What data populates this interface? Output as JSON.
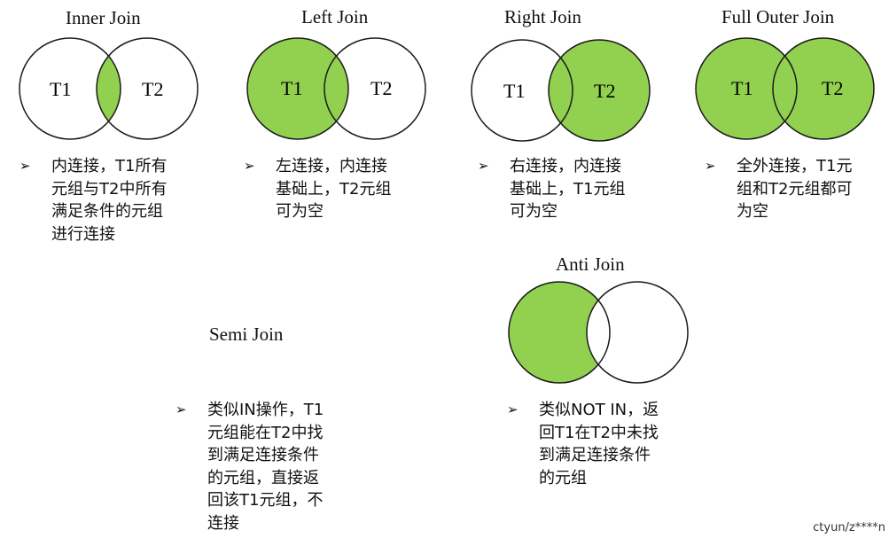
{
  "colors": {
    "fill": "#92d050",
    "stroke": "#1a1a1a"
  },
  "bullet_icon": "arrowhead-bullet-icon",
  "diagrams": {
    "inner": {
      "title": "Inner Join",
      "t1": "T1",
      "t2": "T2",
      "highlight": "intersection",
      "desc": [
        "内连接，T1所有",
        "元组与T2中所有",
        "满足条件的元组",
        "进行连接"
      ]
    },
    "left": {
      "title": "Left Join",
      "t1": "T1",
      "t2": "T2",
      "highlight": "left",
      "desc": [
        "左连接，内连接",
        "基础上，T2元组",
        "可为空"
      ]
    },
    "right": {
      "title": "Right Join",
      "t1": "T1",
      "t2": "T2",
      "highlight": "right",
      "desc": [
        "右连接，内连接",
        "基础上，T1元组",
        "可为空"
      ]
    },
    "full": {
      "title": "Full Outer Join",
      "t1": "T1",
      "t2": "T2",
      "highlight": "both",
      "desc": [
        "全外连接，T1元",
        "组和T2元组都可",
        "为空"
      ]
    },
    "semi": {
      "title": "Semi Join",
      "desc": [
        "类似IN操作，T1",
        "元组能在T2中找",
        "到满足连接条件",
        "的元组，直接返",
        "回该T1元组，不",
        "连接"
      ]
    },
    "anti": {
      "title": "Anti Join",
      "highlight": "left-only",
      "desc": [
        "类似NOT IN，返",
        "回T1在T2中未找",
        "到满足连接条件",
        "的元组"
      ]
    }
  },
  "watermark": "ctyun/z****n"
}
